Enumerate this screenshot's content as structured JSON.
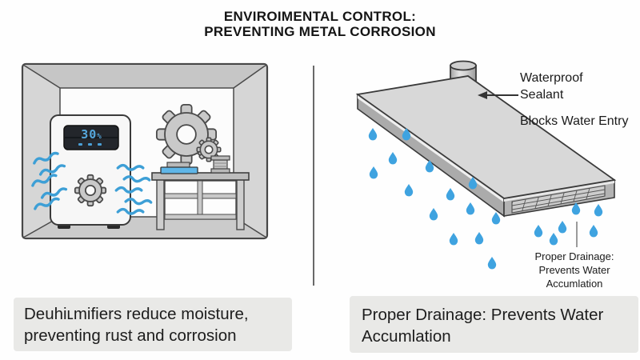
{
  "title": {
    "line1": "ENVIROIMENTAL CONTROL:",
    "line2": "PREVENTING METAL CORROSION"
  },
  "left_panel": {
    "display_value": "30",
    "display_unit": "%",
    "caption": "Deuhiʟmifiers reduce moisture,\npreventing rust and corrosion"
  },
  "right_panel": {
    "sealant_label": "Waterproof\nSealant",
    "blocks_label": "Blocks Water Entry",
    "drain_note": "Proper Drainage:\nPrevents Water\nAccumlation",
    "caption": "Proper Drainage: Prevents Water\nAccumlation"
  },
  "icons": {
    "gear": "gear-icon",
    "water_drop": "water-drop-icon",
    "air_wave": "air-wave-icon"
  },
  "colors": {
    "water_blue": "#3fa3e0",
    "wave_blue": "#3d9fd6",
    "display_blue": "#55a8dd",
    "caption_bg": "#e9e9e7",
    "slab_gray": "#d8d8d8",
    "wall_gray": "#d6d6d6"
  }
}
